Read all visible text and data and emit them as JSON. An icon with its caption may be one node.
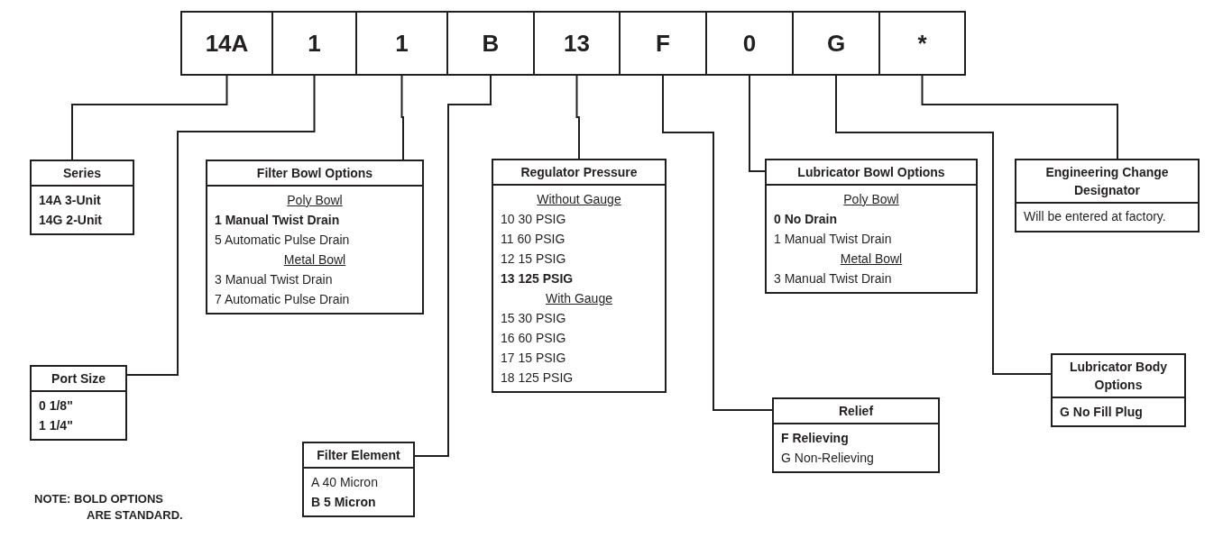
{
  "diagram": {
    "nodes": [
      {
        "text": [
          "14A"
        ]
      },
      {
        "text": [
          "1"
        ]
      },
      {
        "text": [
          "1"
        ]
      },
      {
        "text": [
          "B"
        ]
      },
      {
        "text": [
          "13"
        ]
      },
      {
        "text": [
          "F"
        ]
      },
      {
        "text": [
          "0"
        ]
      },
      {
        "text": [
          "G"
        ]
      },
      {
        "text": [
          "*"
        ]
      },
      {
        "text": [
          "Series",
          "14A 3-Unit",
          "14G 2-Unit"
        ]
      },
      {
        "text": [
          "Port Size",
          "0 1/8\"",
          "1 1/4\""
        ]
      },
      {
        "text": [
          "Filter Bowl Options",
          "Poly Bowl",
          "1 Manual Twist Drain",
          "5 Automatic Pulse Drain",
          "Metal Bowl",
          "3 Manual Twist Drain",
          "7 Automatic Pulse Drain"
        ]
      },
      {
        "text": [
          "Filter Element",
          "A 40 Micron",
          "B 5 Micron"
        ]
      },
      {
        "text": [
          "Regulator Pressure",
          "Without Gauge",
          "10 30 PSIG",
          "11 60 PSIG",
          "12 15 PSIG",
          "13 125 PSIG",
          "With Gauge",
          "15 30 PSIG",
          "16 60 PSIG",
          "17 15 PSIG",
          "18 125 PSIG"
        ]
      },
      {
        "text": [
          "Relief",
          "F Relieving",
          "G Non-Relieving"
        ]
      },
      {
        "text": [
          "Lubricator Bowl Options",
          "Poly Bowl",
          "0 No Drain",
          "1 Manual Twist Drain",
          "Metal Bowl",
          "3 Manual Twist Drain"
        ]
      },
      {
        "text": [
          "Lubricator Body Options",
          "G No Fill Plug"
        ]
      },
      {
        "text": [
          "Engineering Change Designator",
          "Will be entered at factory."
        ]
      }
    ],
    "edges": [
      {
        "from": 0,
        "to": 9,
        "arrow": "none"
      },
      {
        "from": 1,
        "to": 10,
        "arrow": "none"
      },
      {
        "from": 2,
        "to": 11,
        "arrow": "none"
      },
      {
        "from": 3,
        "to": 12,
        "arrow": "none"
      },
      {
        "from": 4,
        "to": 13,
        "arrow": "none"
      },
      {
        "from": 5,
        "to": 14,
        "arrow": "none"
      },
      {
        "from": 6,
        "to": 15,
        "arrow": "none"
      },
      {
        "from": 7,
        "to": 16,
        "arrow": "none"
      },
      {
        "from": 8,
        "to": 17,
        "arrow": "none"
      }
    ],
    "labels": [
      "NOTE: BOLD OPTIONS ARE STANDARD."
    ]
  }
}
